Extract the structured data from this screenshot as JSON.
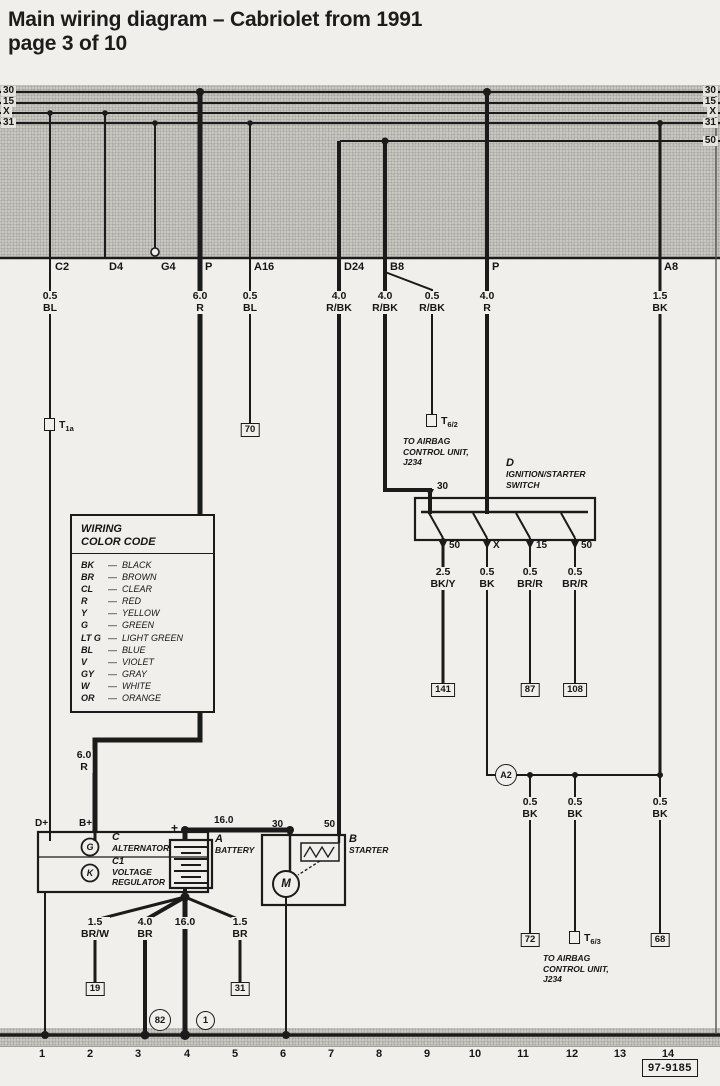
{
  "header": {
    "title_line1": "Main wiring diagram – Cabriolet from 1991",
    "title_line2": "page 3 of 10"
  },
  "bus": {
    "left": [
      "30",
      "15",
      "X",
      "31"
    ],
    "right": [
      "30",
      "15",
      "X",
      "31",
      "50"
    ]
  },
  "connectors": [
    "C2",
    "D4",
    "G4",
    "P",
    "A16",
    "D24",
    "B8",
    "P",
    "A8"
  ],
  "wire_specs_top": [
    {
      "gauge": "0.5",
      "color": "BL"
    },
    {
      "gauge": "6.0",
      "color": "R"
    },
    {
      "gauge": "0.5",
      "color": "BL"
    },
    {
      "gauge": "4.0",
      "color": "R/BK"
    },
    {
      "gauge": "4.0",
      "color": "R/BK"
    },
    {
      "gauge": "0.5",
      "color": "R/BK"
    },
    {
      "gauge": "4.0",
      "color": "R"
    },
    {
      "gauge": "1.5",
      "color": "BK"
    }
  ],
  "inline_connectors": {
    "t1a": {
      "prefix": "T",
      "sub": "1a"
    },
    "t62": {
      "prefix": "T",
      "sub": "6/2"
    },
    "t63": {
      "prefix": "T",
      "sub": "6/3"
    },
    "a2": "A2"
  },
  "airbag_note": {
    "line1": "TO AIRBAG",
    "line2": "CONTROL UNIT,",
    "line3": "J234"
  },
  "ignition_switch": {
    "id": "D",
    "name_line1": "IGNITION/STARTER",
    "name_line2": "SWITCH",
    "terminal_top": "30",
    "terminals_bottom": [
      "50",
      "X",
      "15",
      "50"
    ]
  },
  "wire_specs_switch": [
    {
      "gauge": "2.5",
      "color": "BK/Y"
    },
    {
      "gauge": "0.5",
      "color": "BK"
    },
    {
      "gauge": "0.5",
      "color": "BR/R"
    },
    {
      "gauge": "0.5",
      "color": "BR/R"
    }
  ],
  "wire_specs_bk": [
    {
      "gauge": "0.5",
      "color": "BK"
    },
    {
      "gauge": "0.5",
      "color": "BK"
    },
    {
      "gauge": "0.5",
      "color": "BK"
    }
  ],
  "plates": {
    "p70": "70",
    "p141": "141",
    "p87": "87",
    "p108": "108",
    "p19": "19",
    "p31": "31",
    "p72": "72",
    "p68": "68"
  },
  "grounds": {
    "g82": "82",
    "g1": "1"
  },
  "legend": {
    "title_line1": "WIRING",
    "title_line2": "COLOR CODE",
    "sep": "—",
    "rows": [
      {
        "abbr": "BK",
        "name": "BLACK"
      },
      {
        "abbr": "BR",
        "name": "BROWN"
      },
      {
        "abbr": "CL",
        "name": "CLEAR"
      },
      {
        "abbr": "R",
        "name": "RED"
      },
      {
        "abbr": "Y",
        "name": "YELLOW"
      },
      {
        "abbr": "G",
        "name": "GREEN"
      },
      {
        "abbr": "LT G",
        "name": "LIGHT GREEN"
      },
      {
        "abbr": "BL",
        "name": "BLUE"
      },
      {
        "abbr": "V",
        "name": "VIOLET"
      },
      {
        "abbr": "GY",
        "name": "GRAY"
      },
      {
        "abbr": "W",
        "name": "WHITE"
      },
      {
        "abbr": "OR",
        "name": "ORANGE"
      }
    ]
  },
  "alternator": {
    "d_plus": "D+",
    "b_plus": "B+",
    "g": "G",
    "k": "K",
    "id": "C",
    "name": "ALTERNATOR",
    "reg_id": "C1",
    "reg_line1": "VOLTAGE",
    "reg_line2": "REGULATOR",
    "spec": {
      "gauge": "6.0",
      "color": "R"
    }
  },
  "battery": {
    "id": "A",
    "name": "BATTERY",
    "plus": "+",
    "cable": "16.0"
  },
  "starter": {
    "id": "B",
    "name": "STARTER",
    "t30": "30",
    "t50": "50",
    "m": "M"
  },
  "wire_specs_bottom": [
    {
      "gauge": "1.5",
      "color": "BR/W"
    },
    {
      "gauge": "4.0",
      "color": "BR"
    },
    {
      "gauge": "16.0",
      "color": ""
    },
    {
      "gauge": "1.5",
      "color": "BR"
    }
  ],
  "tracks": [
    "1",
    "2",
    "3",
    "4",
    "5",
    "6",
    "7",
    "8",
    "9",
    "10",
    "11",
    "12",
    "13",
    "14"
  ],
  "plate_code": "97-9185",
  "colors": {
    "ink": "#1b1b1b",
    "paper": "#f0efeb",
    "band": "#cac8c2"
  }
}
